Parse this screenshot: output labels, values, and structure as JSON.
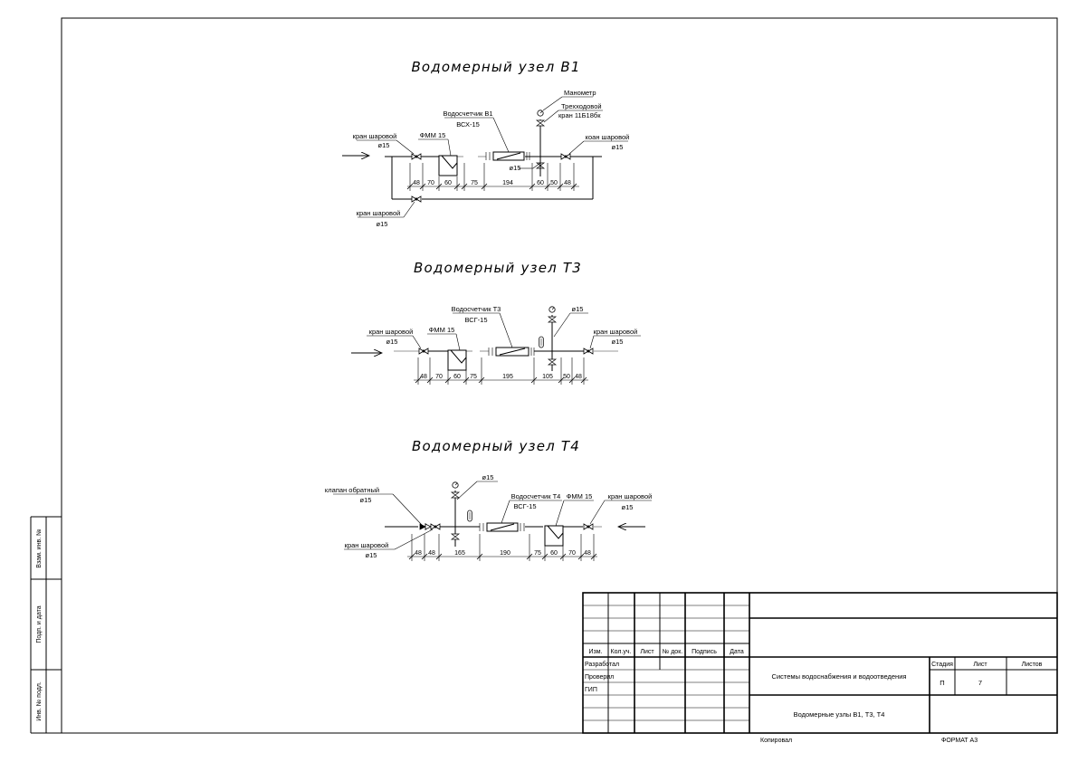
{
  "diagram_b1": {
    "title": "Водомерный узел В1",
    "manometer": "Манометр",
    "valve3_line1": "Трехходовой",
    "valve3_line2": "кран 11Б18бк",
    "meter_line1": "Водосчетчик В1",
    "meter_line2": "ВСХ-15",
    "fmm": "ФММ 15",
    "ball_left_1": "кран шаровой",
    "ball_left_2": "ø15",
    "ball_right_1": "коан шаровой",
    "ball_right_2": "ø15",
    "ball_bypass_1": "кран шаровой",
    "ball_bypass_2": "ø15",
    "d15": "ø15",
    "dims": [
      "48",
      "70",
      "60",
      "75",
      "194",
      "60",
      "50",
      "48"
    ]
  },
  "diagram_t3": {
    "title": "Водомерный узел Т3",
    "meter_line1": "Водосчетчик Т3",
    "meter_line2": "ВСГ-15",
    "fmm": "ФММ 15",
    "d15": "ø15",
    "ball_left_1": "кран шаровой",
    "ball_left_2": "ø15",
    "ball_right_1": "кран шаровой",
    "ball_right_2": "ø15",
    "dims": [
      "48",
      "70",
      "60",
      "75",
      "195",
      "105",
      "50",
      "48"
    ]
  },
  "diagram_t4": {
    "title": "Водомерный узел Т4",
    "check_valve_1": "клапан обратный",
    "check_valve_2": "ø15",
    "d15": "ø15",
    "meter_line1": "Водосчетчик Т4",
    "meter_line2": "ВСГ-15",
    "fmm": "ФММ 15",
    "ball_right_1": "кран шаровой",
    "ball_right_2": "ø15",
    "ball_left_1": "кран шаровой",
    "ball_left_2": "ø15",
    "dims": [
      "48",
      "48",
      "165",
      "190",
      "75",
      "60",
      "70",
      "48"
    ]
  },
  "side_stamp": {
    "zam": "Взам. инв. №",
    "podp": "Подп. и дата",
    "inv": "Инв. № подл."
  },
  "title_block": {
    "headers": [
      "Изм.",
      "Кол.уч.",
      "Лист",
      "№ док.",
      "Подпись",
      "Дата"
    ],
    "roles": [
      "Разработал",
      "Проверил",
      "ГИП"
    ],
    "system_name": "Системы водоснабжения и водоотведения",
    "sheet_title": "Водомерные узлы В1, Т3, Т4",
    "stage_label": "Стадия",
    "sheet_label": "Лист",
    "sheets_label": "Листов",
    "stage_value": "П",
    "sheet_value": "7",
    "copied": "Копировал",
    "format": "ФОРМАТ А3"
  }
}
